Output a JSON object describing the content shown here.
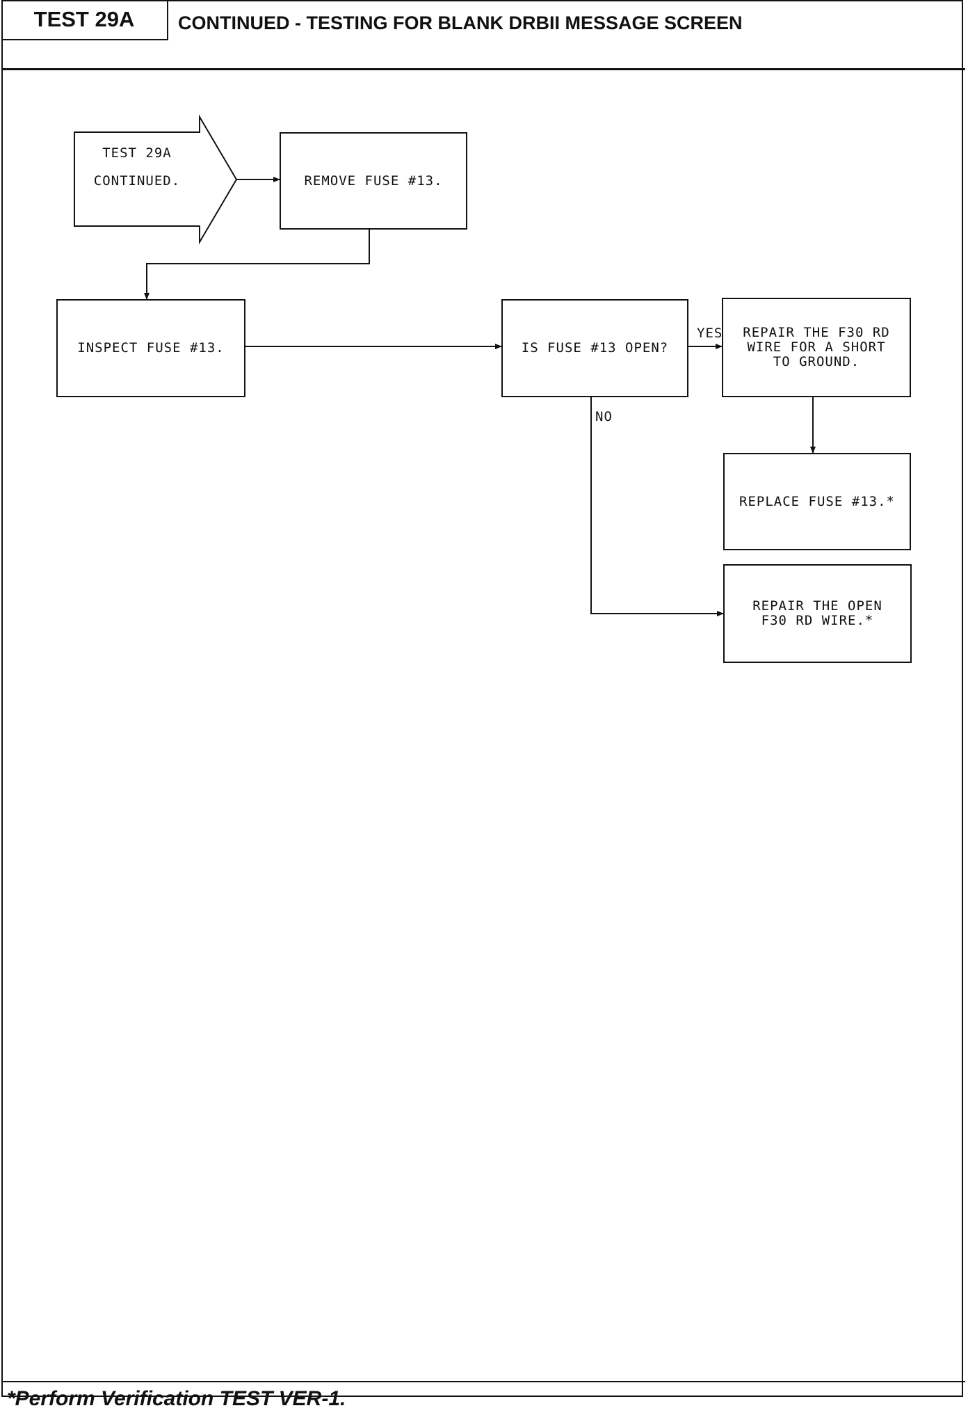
{
  "header": {
    "test_label": "TEST 29A",
    "title": "CONTINUED - TESTING FOR BLANK DRBII MESSAGE SCREEN"
  },
  "flowchart": {
    "entry": "TEST 29A\nCONTINUED.",
    "nodes": {
      "remove_fuse": "REMOVE FUSE #13.",
      "inspect_fuse": "INSPECT FUSE #13.",
      "is_fuse_open": "IS FUSE #13 OPEN?",
      "repair_short": "REPAIR THE F30 RD\nWIRE FOR A SHORT\nTO GROUND.",
      "replace_fuse": "REPLACE FUSE #13.*",
      "repair_open": "REPAIR THE OPEN\nF30 RD WIRE.*"
    },
    "edge_labels": {
      "yes": "YES",
      "no": "NO"
    }
  },
  "footer": {
    "note": "*Perform Verification TEST VER-1."
  }
}
